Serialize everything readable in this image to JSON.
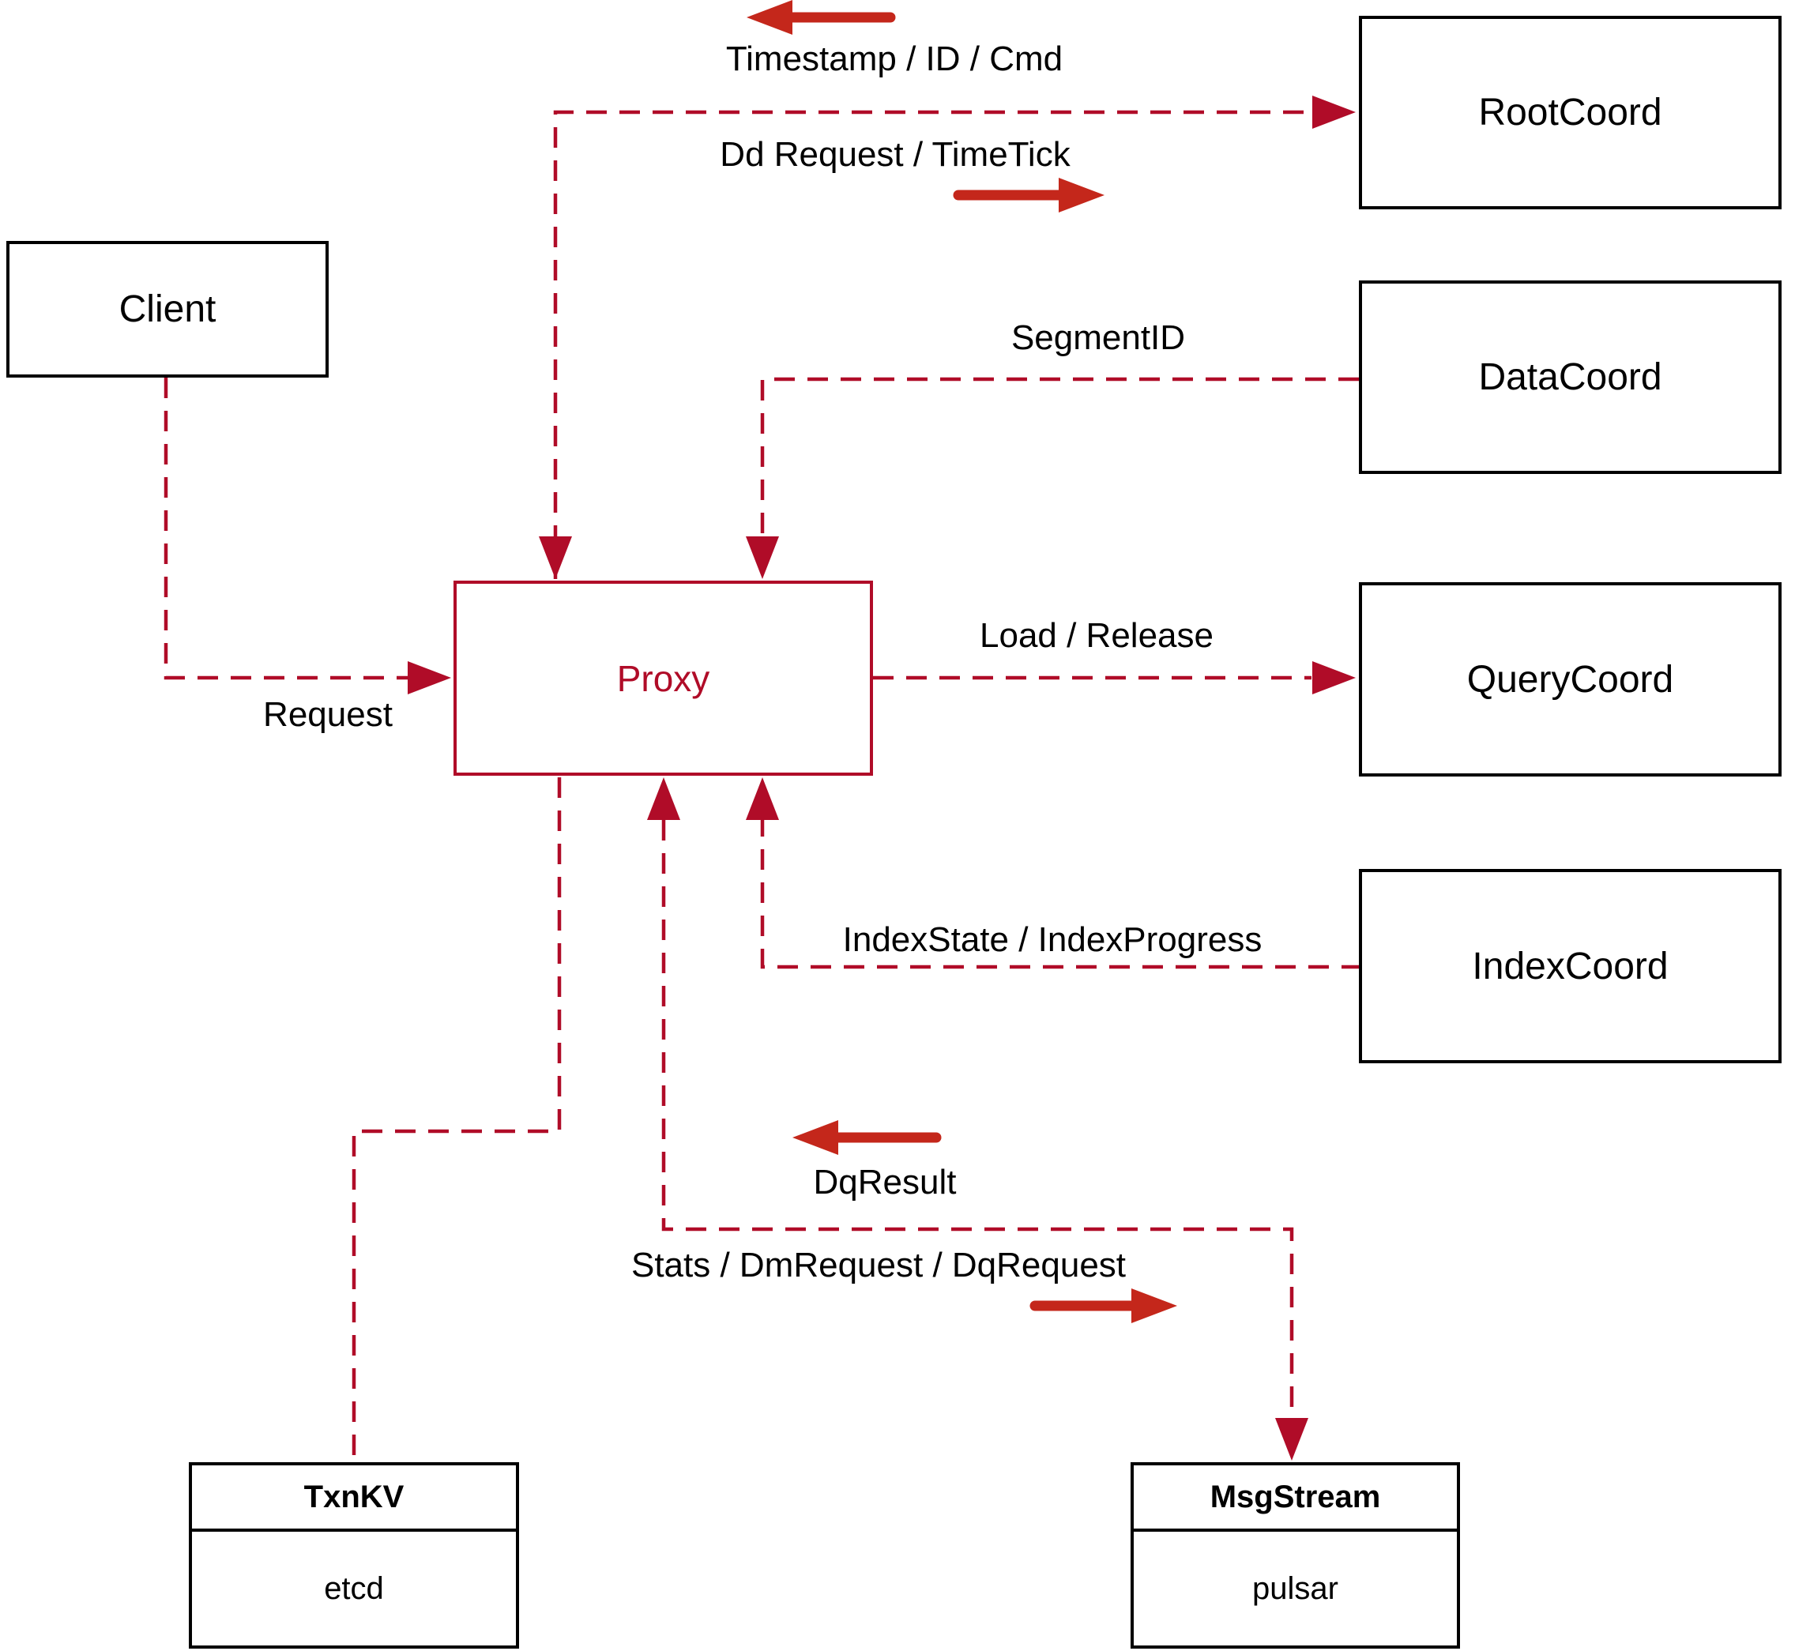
{
  "nodes": {
    "client": {
      "label": "Client"
    },
    "proxy": {
      "label": "Proxy"
    },
    "root_coord": {
      "label": "RootCoord"
    },
    "data_coord": {
      "label": "DataCoord"
    },
    "query_coord": {
      "label": "QueryCoord"
    },
    "index_coord": {
      "label": "IndexCoord"
    },
    "txn_kv": {
      "title": "TxnKV",
      "subtitle": "etcd"
    },
    "msg_stream": {
      "title": "MsgStream",
      "subtitle": "pulsar"
    }
  },
  "edge_labels": {
    "timestamp_id_cmd": "Timestamp / ID / Cmd",
    "dd_request_timetick": "Dd Request / TimeTick",
    "segment_id": "SegmentID",
    "request": "Request",
    "load_release": "Load / Release",
    "index_state_progress": "IndexState / IndexProgress",
    "dq_result": "DqResult",
    "stats_dm_dq_request": "Stats / DmRequest / DqRequest"
  },
  "edges": [
    {
      "from": "proxy",
      "to": "root_coord",
      "style": "dashed",
      "labels": [
        "Timestamp / ID / Cmd",
        "Dd Request / TimeTick"
      ],
      "arrows": [
        "into-root_coord",
        "into-proxy"
      ]
    },
    {
      "from": "data_coord",
      "to": "proxy",
      "style": "dashed",
      "labels": [
        "SegmentID"
      ],
      "arrows": [
        "into-proxy"
      ]
    },
    {
      "from": "client",
      "to": "proxy",
      "style": "dashed",
      "labels": [
        "Request"
      ],
      "arrows": [
        "into-proxy"
      ]
    },
    {
      "from": "proxy",
      "to": "query_coord",
      "style": "dashed",
      "labels": [
        "Load / Release"
      ],
      "arrows": [
        "into-query_coord"
      ]
    },
    {
      "from": "index_coord",
      "to": "proxy",
      "style": "dashed",
      "labels": [
        "IndexState / IndexProgress"
      ],
      "arrows": [
        "into-proxy"
      ]
    },
    {
      "from": "proxy",
      "to": "txn_kv",
      "style": "dashed",
      "labels": [],
      "arrows": []
    },
    {
      "from": "proxy",
      "to": "msg_stream",
      "style": "dashed",
      "labels": [
        "DqResult",
        "Stats / DmRequest / DqRequest"
      ],
      "arrows": [
        "into-msg_stream",
        "into-proxy"
      ]
    }
  ],
  "colors": {
    "dashed_line": "#b00c28",
    "solid_arrow": "#c4271b",
    "box_border": "#000000",
    "text": "#000000",
    "background": "#ffffff"
  }
}
